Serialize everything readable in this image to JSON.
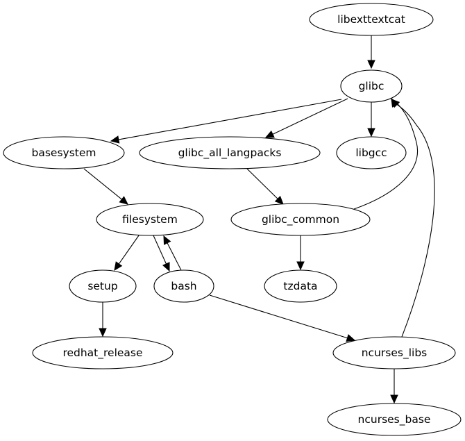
{
  "diagram": {
    "type": "directed-graph",
    "nodes": [
      {
        "id": "libexttextcat",
        "label": "libexttextcat"
      },
      {
        "id": "glibc",
        "label": "glibc"
      },
      {
        "id": "basesystem",
        "label": "basesystem"
      },
      {
        "id": "glibc_all_langpacks",
        "label": "glibc_all_langpacks"
      },
      {
        "id": "libgcc",
        "label": "libgcc"
      },
      {
        "id": "filesystem",
        "label": "filesystem"
      },
      {
        "id": "glibc_common",
        "label": "glibc_common"
      },
      {
        "id": "setup",
        "label": "setup"
      },
      {
        "id": "bash",
        "label": "bash"
      },
      {
        "id": "tzdata",
        "label": "tzdata"
      },
      {
        "id": "redhat_release",
        "label": "redhat_release"
      },
      {
        "id": "ncurses_libs",
        "label": "ncurses_libs"
      },
      {
        "id": "ncurses_base",
        "label": "ncurses_base"
      }
    ],
    "edges": [
      {
        "from": "libexttextcat",
        "to": "glibc"
      },
      {
        "from": "glibc",
        "to": "basesystem"
      },
      {
        "from": "glibc",
        "to": "glibc_all_langpacks"
      },
      {
        "from": "glibc",
        "to": "libgcc"
      },
      {
        "from": "basesystem",
        "to": "filesystem"
      },
      {
        "from": "glibc_all_langpacks",
        "to": "glibc_common"
      },
      {
        "from": "glibc_common",
        "to": "glibc"
      },
      {
        "from": "glibc_common",
        "to": "tzdata"
      },
      {
        "from": "filesystem",
        "to": "setup"
      },
      {
        "from": "filesystem",
        "to": "bash"
      },
      {
        "from": "bash",
        "to": "filesystem"
      },
      {
        "from": "bash",
        "to": "ncurses_libs"
      },
      {
        "from": "setup",
        "to": "redhat_release"
      },
      {
        "from": "ncurses_libs",
        "to": "glibc"
      },
      {
        "from": "ncurses_libs",
        "to": "ncurses_base"
      }
    ]
  }
}
